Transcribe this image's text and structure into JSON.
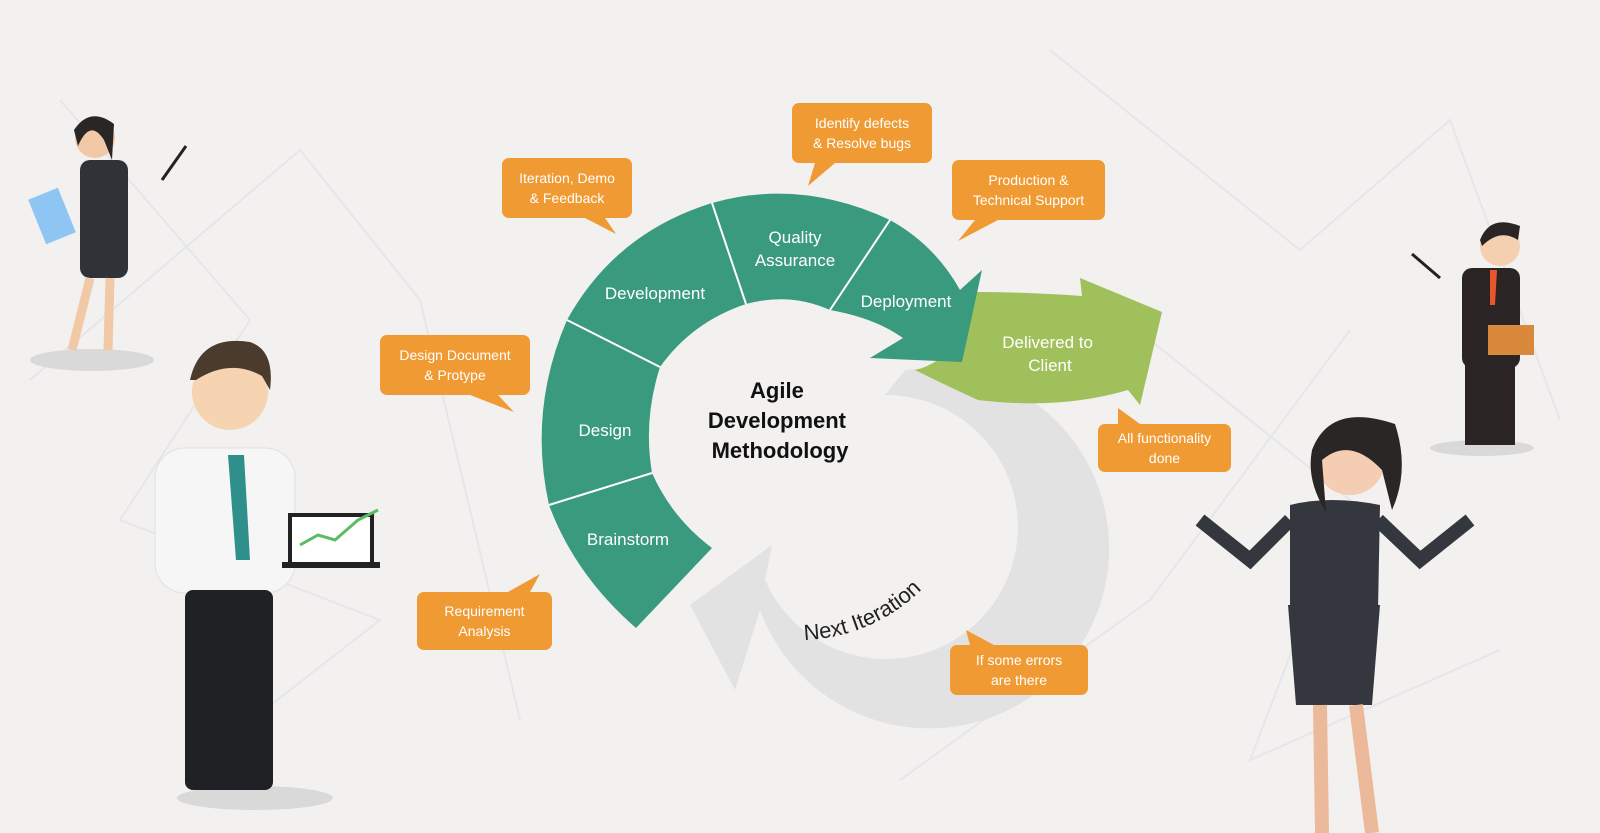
{
  "center_title": [
    "Agile",
    "Development",
    "Methodology"
  ],
  "colors": {
    "background": "#f2f1ef",
    "cycle_green": "#3a9a7d",
    "delivered_green": "#9fc05a",
    "next_iteration_gray": "#e2e2e2",
    "callout_orange": "#f09a34"
  },
  "segments": [
    {
      "id": "brainstorm",
      "label": [
        "Brainstorm"
      ]
    },
    {
      "id": "design",
      "label": [
        "Design"
      ]
    },
    {
      "id": "development",
      "label": [
        "Development"
      ]
    },
    {
      "id": "quality-assurance",
      "label": [
        "Quality",
        "Assurance"
      ]
    },
    {
      "id": "deployment",
      "label": [
        "Deployment"
      ]
    }
  ],
  "delivered": {
    "label": [
      "Delivered to",
      "Client"
    ]
  },
  "next_iteration": {
    "label": "Next Iteration"
  },
  "callouts": [
    {
      "id": "identify-defects",
      "lines": [
        "Identify defects",
        "& Resolve bugs"
      ]
    },
    {
      "id": "iteration-demo",
      "lines": [
        "Iteration, Demo",
        "& Feedback"
      ]
    },
    {
      "id": "production-support",
      "lines": [
        "Production &",
        "Technical Support"
      ]
    },
    {
      "id": "design-document",
      "lines": [
        "Design Document",
        "& Protype"
      ]
    },
    {
      "id": "requirement-analysis",
      "lines": [
        "Requirement",
        "Analysis"
      ]
    },
    {
      "id": "all-functionality",
      "lines": [
        "All functionality",
        "done"
      ]
    },
    {
      "id": "some-errors",
      "lines": [
        "If some errors",
        "are there"
      ]
    }
  ],
  "illustrations": [
    "businesswoman-with-pointer",
    "businessman-with-laptop",
    "businessman-with-pointer",
    "businesswoman-shrugging"
  ]
}
